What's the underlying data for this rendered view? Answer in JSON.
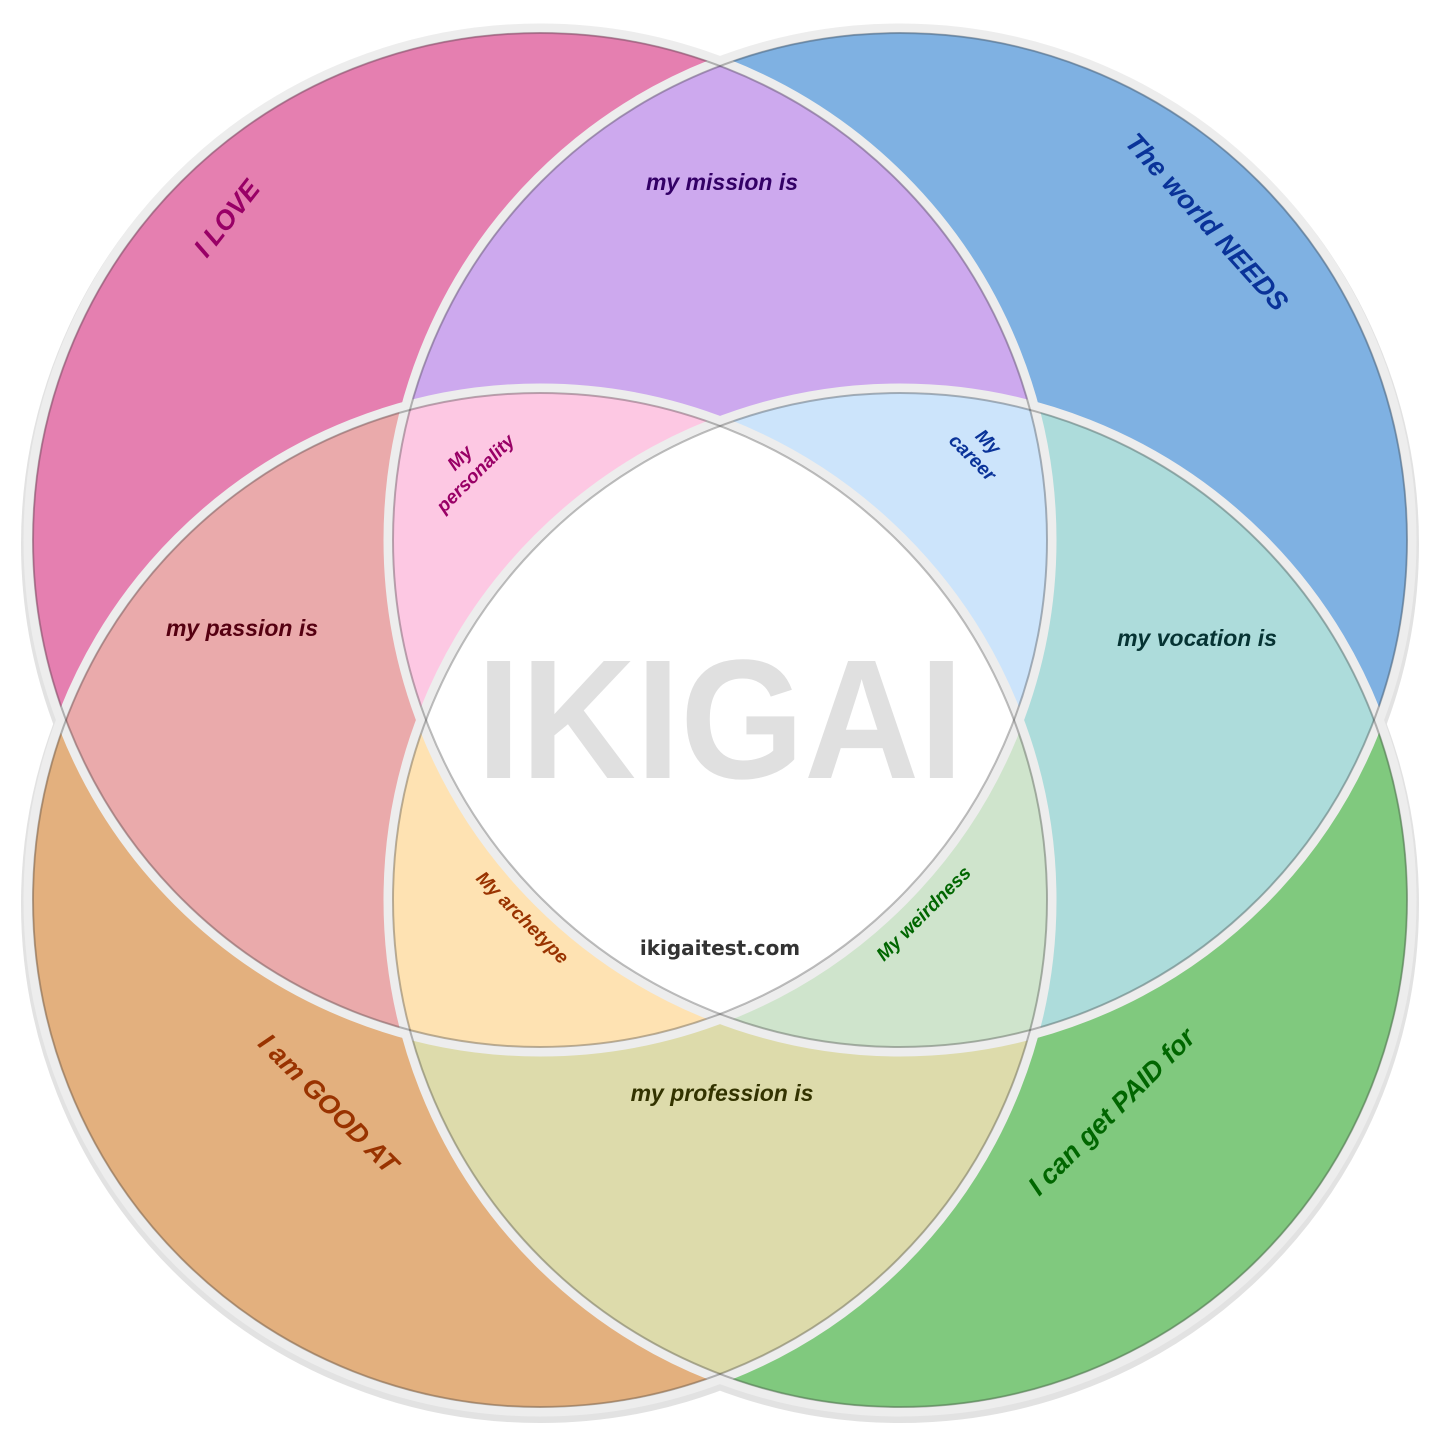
{
  "title": "IKIGAI",
  "website": "ikigaitest.com",
  "circles": {
    "love": {
      "label": "I LOVE",
      "color": "#e57fb0",
      "text_color": "#990066"
    },
    "needs": {
      "label": "The world NEEDS",
      "color": "#7fb1e2",
      "text_color": "#0a3399"
    },
    "good_at": {
      "label": "I am GOOD AT",
      "color": "#e3b07e",
      "text_color": "#993300"
    },
    "paid": {
      "label": "I can get PAID for",
      "color": "#80c97e",
      "text_color": "#006600"
    }
  },
  "overlaps": {
    "mission": {
      "label": "my mission is",
      "color": "#cda9ee",
      "text_color": "#330066"
    },
    "passion": {
      "label": "my passion is",
      "color": "#eaaaab",
      "text_color": "#550011"
    },
    "vocation": {
      "label": "my vocation is",
      "color": "#addcdb",
      "text_color": "#063333"
    },
    "profession": {
      "label": "my profession is",
      "color": "#dddbab",
      "text_color": "#333300"
    },
    "personality": {
      "label_line1": "My",
      "label_line2": "personality",
      "color": "#fdc8e3",
      "text_color": "#990066"
    },
    "career": {
      "label_line1": "My",
      "label_line2": "career",
      "color": "#cce4fb",
      "text_color": "#0a3399"
    },
    "archetype": {
      "label": "My archetype",
      "color": "#fee2b2",
      "text_color": "#993300"
    },
    "weirdness": {
      "label": "My weirdness",
      "color": "#cfe4cc",
      "text_color": "#006600"
    },
    "center": {
      "color": "#ffffff"
    }
  }
}
